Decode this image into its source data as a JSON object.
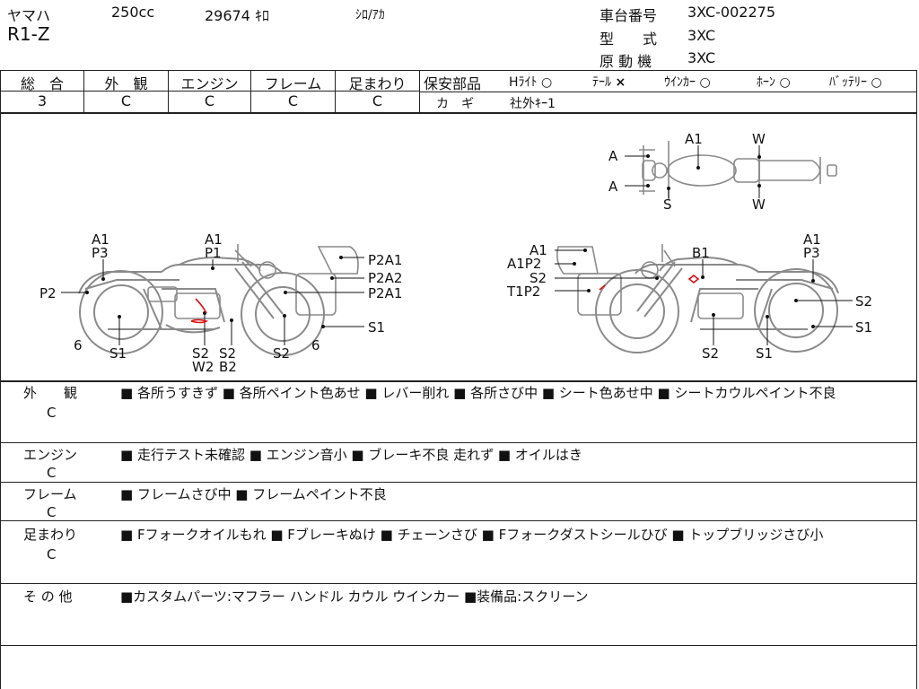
{
  "header": {
    "maker": "ヤマハ",
    "model": "R1-Z",
    "displacement": "250cc",
    "mileage": "29674 ｷﾛ",
    "color": "ｼﾛ/ｱｶ",
    "frame_no_label": "車台番号",
    "frame_no": "3XC-002275",
    "type_label": "型　　式",
    "type": "3XC",
    "engine_label": "原 動 機",
    "engine": "3XC"
  },
  "grades": [
    {
      "label": "総　合",
      "value": "3"
    },
    {
      "label": "外　観",
      "value": "C"
    },
    {
      "label": "エンジン",
      "value": "C"
    },
    {
      "label": "フレーム",
      "value": "C"
    },
    {
      "label": "足まわり",
      "value": "C"
    }
  ],
  "safety": {
    "label": "保安部品",
    "items": [
      {
        "name": "Hﾗｲﾄ",
        "mark": "○"
      },
      {
        "name": "ﾃｰﾙ",
        "mark": "×"
      },
      {
        "name": "ｳｲﾝｶｰ",
        "mark": "○"
      },
      {
        "name": "ﾎｰﾝ",
        "mark": "○"
      },
      {
        "name": "ﾊﾞｯﾃﾘｰ",
        "mark": "○"
      }
    ],
    "key_label": "カ　ギ",
    "key_value": "社外ｷｰ1"
  },
  "diagram": {
    "top": {
      "a1": "A1",
      "w1": "W",
      "a_l1": "A",
      "a_l2": "A",
      "s": "S",
      "w2": "W"
    },
    "left": {
      "a1p3_a": "A1",
      "a1p3_b": "P3",
      "a1p1_a": "A1",
      "a1p1_b": "P1",
      "p2": "P2",
      "n6a": "6",
      "s1": "S1",
      "s2w2_a": "S2",
      "s2w2_b": "W2",
      "s2b2_a": "S2",
      "s2b2_b": "B2",
      "s2": "S2",
      "n6b": "6",
      "p2a1": "P2A1",
      "p2a2": "P2A2",
      "p2a1b": "P2A1",
      "s1r": "S1"
    },
    "right": {
      "a1": "A1",
      "a1p2": "A1P2",
      "s2": "S2",
      "t1p2": "T1P2",
      "b1": "B1",
      "a1p3_a": "A1",
      "a1p3_b": "P3",
      "s2r": "S2",
      "s1r": "S1",
      "s2b": "S2",
      "s1b": "S1"
    }
  },
  "comments": [
    {
      "label": "外　　観",
      "grade": "C",
      "text": "■ 各所うすきず ■ 各所ペイント色あせ ■ レバー削れ ■ 各所さび中 ■ シート色あせ中 ■ シートカウルペイント不良"
    },
    {
      "label": "エンジン",
      "grade": "C",
      "text": "■ 走行テスト未確認 ■ エンジン音小 ■ ブレーキ不良 走れず ■ オイルはき"
    },
    {
      "label": "フレーム",
      "grade": "C",
      "text": "■ フレームさび中 ■ フレームペイント不良"
    },
    {
      "label": "足まわり",
      "grade": "C",
      "text": "■ Fフォークオイルもれ ■ Fブレーキぬけ ■ チェーンさび ■ Fフォークダストシールひび ■ トップブリッジさび小"
    },
    {
      "label": "そ の 他",
      "grade": "",
      "text": "■カスタムパーツ:マフラー ハンドル カウル ウインカー ■装備品:スクリーン"
    }
  ]
}
